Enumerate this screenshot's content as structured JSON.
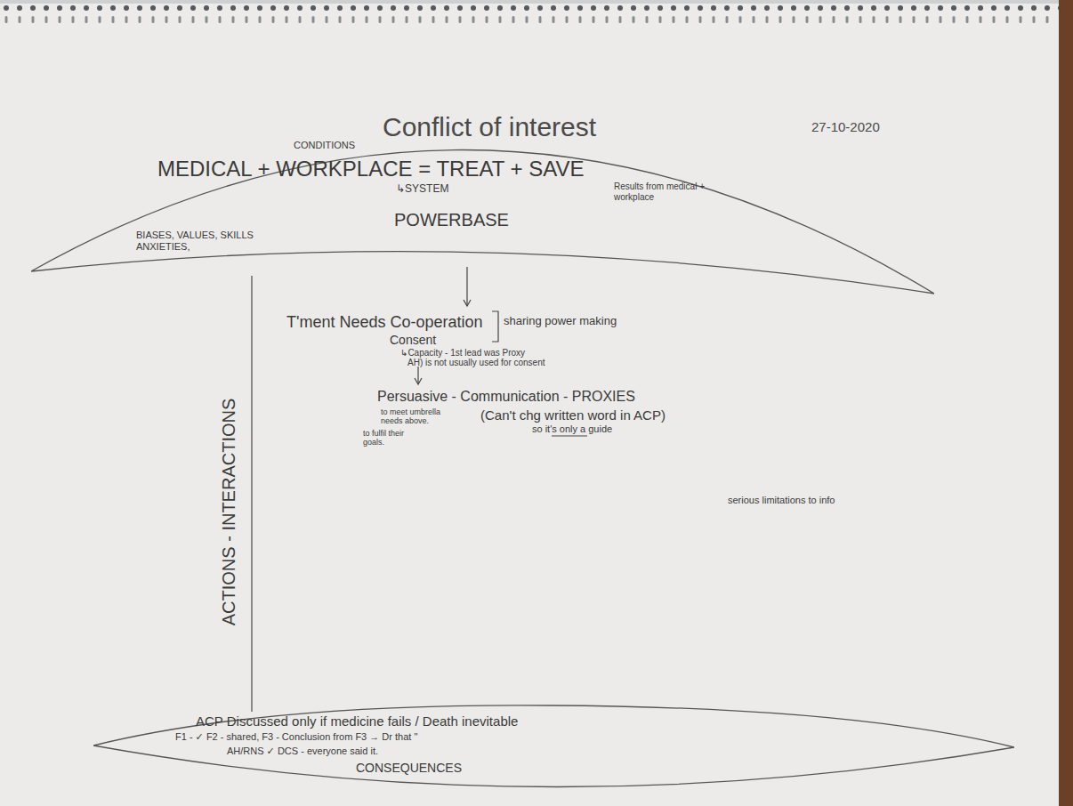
{
  "diagram": {
    "title": "Conflict of interest",
    "nodes": [
      {
        "text": [
          "CONDITIONS",
          "MEDICAL + WORKPLACE = TREAT + SAVE",
          "↳SYSTEM",
          "Results from medical + workplace",
          "BIASES, VALUES, SKILLS ANXIETIES,",
          "POWERBASE"
        ]
      },
      {
        "text": [
          "ACP Discussed only if medicine fails / Death inevitable",
          "F1 - ✓ F2 - shared, F3 - Conclusion from F3 → Dr that \"",
          "AH/RNS ✓ DCS - everyone said it.",
          "CONSEQUENCES"
        ]
      }
    ],
    "labels": [
      "27-10-2020",
      "ACTIONS - INTERACTIONS",
      "T'ment Needs Co-operation",
      "Consent",
      "sharing power making",
      "↳Capacity - 1st lead was Proxy",
      "AH) is not usually used for consent",
      "Persuasive - Communication - PROXIES",
      "to meet umbrella needs above.",
      "to fulfil their goals.",
      "(Can't chg written word in ACP)",
      "so it's only a guide",
      "serious limitations to info"
    ]
  }
}
